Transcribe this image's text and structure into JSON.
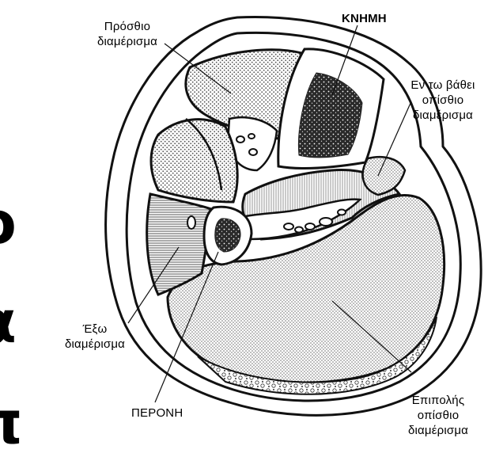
{
  "labels": {
    "anterior": {
      "line1": "Πρόσθιο",
      "line2": "διαμέρισμα"
    },
    "tibia": "ΚΝΗΜΗ",
    "deep_posterior": {
      "line1": "Εν τω βάθει",
      "line2": "οπίσθιο",
      "line3": "διαμέρισμα"
    },
    "lateral": {
      "line1": "Έξω",
      "line2": "διαμέρισμα"
    },
    "fibula": "ΠΕΡΟΝΗ",
    "superficial_posterior": {
      "line1": "Επιπολής",
      "line2": "οπίσθιο",
      "line3": "διαμέρισμα"
    }
  },
  "edge_text": {
    "glyph1": "ο",
    "glyph2": "α",
    "glyph3": "π"
  },
  "colors": {
    "outline": "#111111",
    "background": "#ffffff",
    "marrow": "#1c1c1c",
    "stipple": "#555555",
    "hatch": "#777777"
  }
}
